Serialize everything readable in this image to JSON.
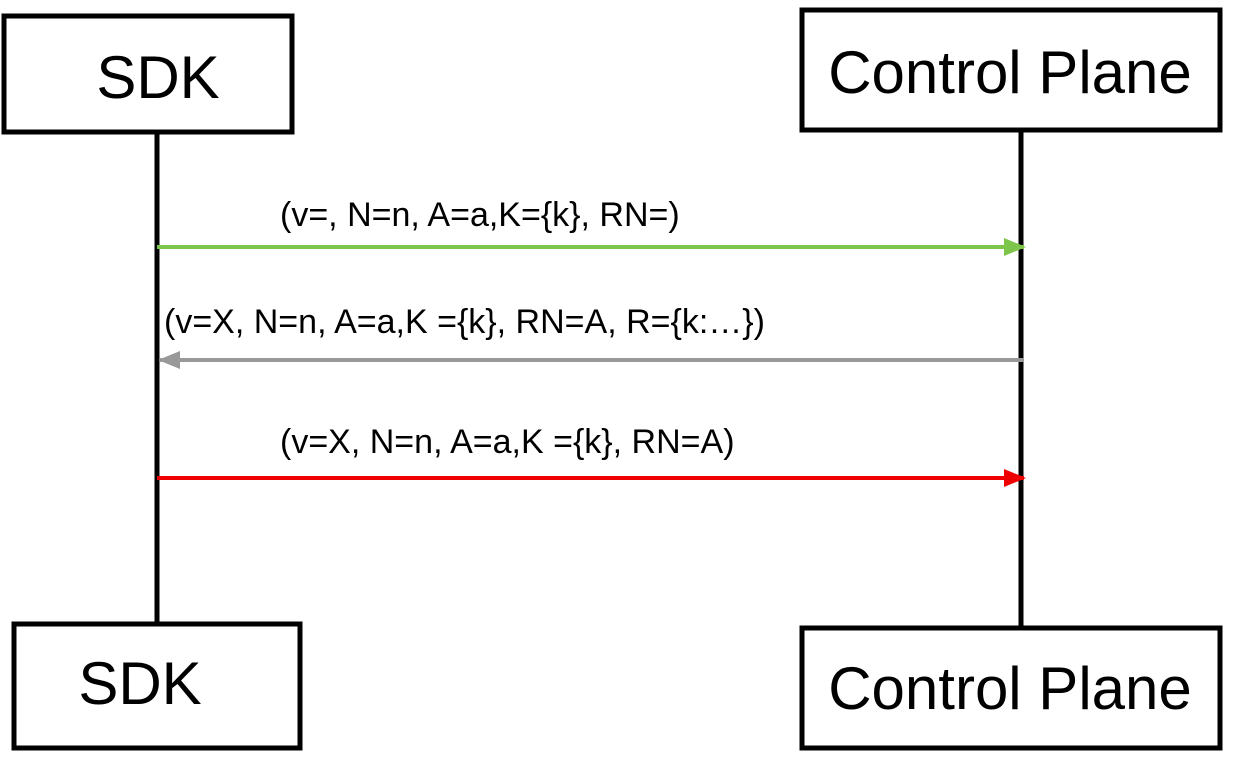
{
  "participants": {
    "left": {
      "name_top": "SDK",
      "name_bottom": "SDK"
    },
    "right": {
      "name_top": "Control Plane",
      "name_bottom": "Control Plane"
    }
  },
  "messages": [
    {
      "label": "(v=, N=n, A=a,K={k}, RN=)",
      "direction": "left-to-right",
      "color": "#7dc54b"
    },
    {
      "label": "(v=X, N=n, A=a,K ={k}, RN=A, R={k:…})",
      "direction": "right-to-left",
      "color": "#999999"
    },
    {
      "label": "(v=X, N=n, A=a,K ={k}, RN=A)",
      "direction": "left-to-right",
      "color": "#ee0000"
    }
  ],
  "colors": {
    "box_border": "#000000",
    "lifeline": "#000000"
  }
}
